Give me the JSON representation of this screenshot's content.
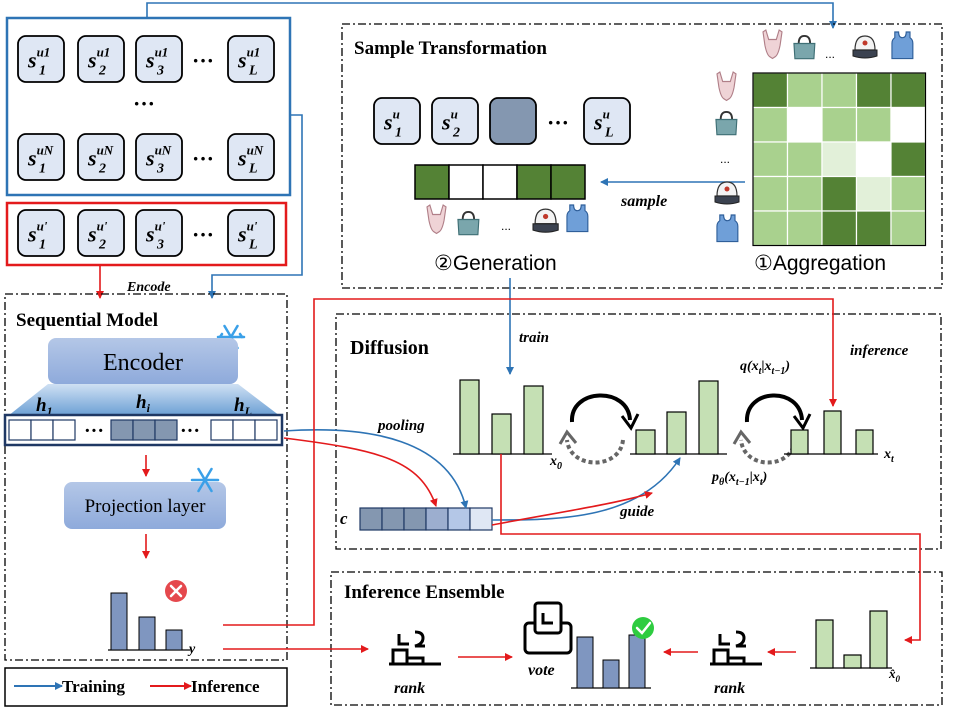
{
  "colors": {
    "training": "#2e74b5",
    "inference": "#e31a1c",
    "token_fill": "#dfe7f4",
    "panel_blue": "#8eaadb",
    "bar_green": "#c5e0b4",
    "bar_blue": "#7f96c0",
    "dark_green": "#548235",
    "mid_green": "#a9d18e",
    "light_green": "#e2f0d9"
  },
  "top_user_rows": [
    [
      "s1u1",
      "s2u1",
      "s3u1",
      "...",
      "sLu1"
    ],
    [
      "...",
      "",
      "",
      "",
      ""
    ],
    [
      "s1uN",
      "s2uN",
      "s3uN",
      "...",
      "sLuN"
    ]
  ],
  "tokens": {
    "s": "s",
    "sub1": "1",
    "sub2": "2",
    "sub3": "3",
    "subL": "L",
    "u1": "u1",
    "uN": "uN",
    "uprime": "u'",
    "u": "u",
    "dots": "···",
    "vdots": "···"
  },
  "sample_transformation": {
    "title": "Sample Transformation",
    "generation_label": "②Generation",
    "aggregation_label": "①Aggregation",
    "sample_label": "sample",
    "dots": "..."
  },
  "sequential_model": {
    "title": "Sequential Model",
    "encoder": "Encoder",
    "projection": "Projection layer",
    "h1": "h",
    "h1_sub": "1",
    "hi": "h",
    "hi_sub": "i",
    "hL": "h",
    "hL_sub": "L",
    "encode_label": "Encode",
    "y_label": "y",
    "dots": "···"
  },
  "diffusion": {
    "title": "Diffusion",
    "train": "train",
    "inference": "inference",
    "pooling": "pooling",
    "guide": "guide",
    "c_label": "c",
    "q_label": "q(x",
    "q_sub_t": "t",
    "q_mid": "|x",
    "q_sub_t1": "t−1",
    "q_close": ")",
    "p_label": "p",
    "p_theta": "θ",
    "p_open": "(x",
    "p_sub_t1": "t−1",
    "p_mid": "|x",
    "p_sub_t": "t",
    "p_close": ")",
    "x0": "x",
    "x0_sub": "0",
    "xt": "x",
    "xt_sub": "t"
  },
  "inference_ensemble": {
    "title": "Inference Ensemble",
    "rank_left": "rank",
    "rank_right": "rank",
    "vote": "vote",
    "xhat": "x̂",
    "xhat_sub": "0"
  },
  "legend": {
    "training": "Training",
    "inference": "Inference"
  },
  "matrix_cells": [
    [
      "dark",
      "mid",
      "mid",
      "dark",
      "dark"
    ],
    [
      "mid",
      "white",
      "mid",
      "mid",
      "white"
    ],
    [
      "mid",
      "mid",
      "light",
      "white",
      "dark"
    ],
    [
      "mid",
      "mid",
      "dark",
      "light",
      "mid"
    ],
    [
      "mid",
      "mid",
      "dark",
      "dark",
      "mid"
    ]
  ],
  "sample_strip": [
    "dark",
    "white",
    "white",
    "dark",
    "dark"
  ],
  "icons": [
    "swimsuit-icon",
    "handbag-icon",
    "cap-icon",
    "tank-top-icon"
  ]
}
